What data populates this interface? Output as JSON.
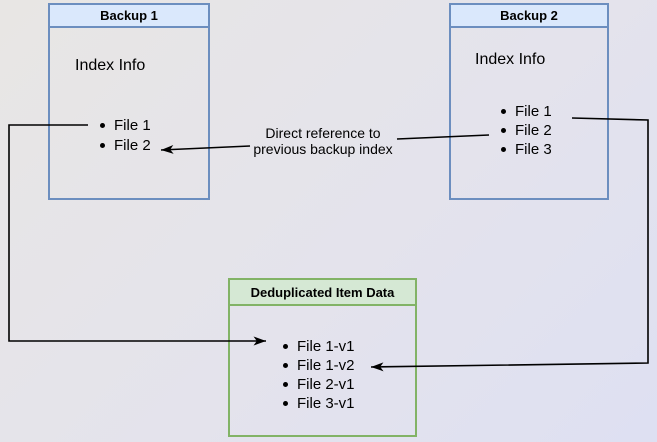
{
  "diagram": {
    "backup1": {
      "title": "Backup 1",
      "section_label": "Index Info",
      "files": [
        "File 1",
        "File 2"
      ]
    },
    "backup2": {
      "title": "Backup 2",
      "section_label": "Index Info",
      "files": [
        "File 1",
        "File 2",
        "File 3"
      ]
    },
    "dedup": {
      "title": "Deduplicated Item Data",
      "items": [
        "File 1-v1",
        "File 1-v2",
        "File 2-v1",
        "File 3-v1"
      ]
    },
    "annotation": {
      "line1": "Direct reference to",
      "line2": "previous backup index"
    },
    "colors": {
      "blue_header_fill": "#dae8fc",
      "blue_border": "#6c8ebf",
      "green_header_fill": "#d5e8d4",
      "green_border": "#82b366",
      "connector": "#000000",
      "text": "#000000"
    }
  }
}
